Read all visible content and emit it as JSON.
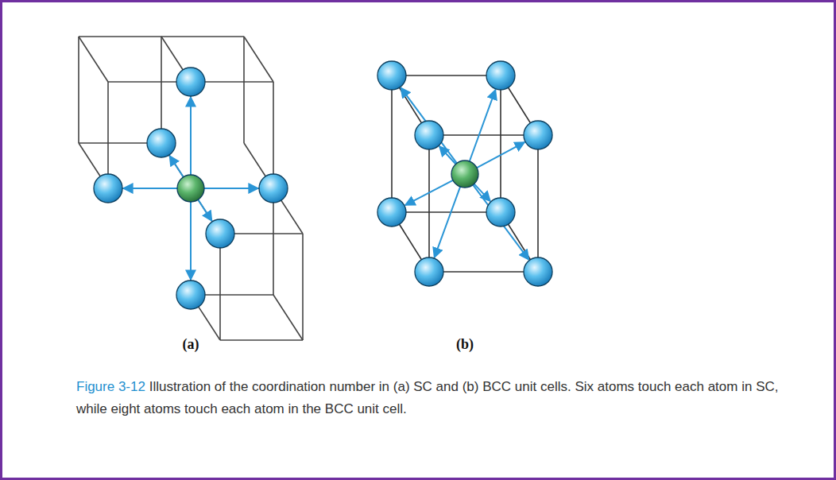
{
  "diagram": {
    "caption": "Figure 3-12 Illustration of the coordination number in (a) SC and (b) BCC unit cells. Six atoms touch each atom in SC, while eight atoms touch each atom in the BCC unit cell.",
    "labels": [
      "(a)",
      "(b)"
    ]
  }
}
